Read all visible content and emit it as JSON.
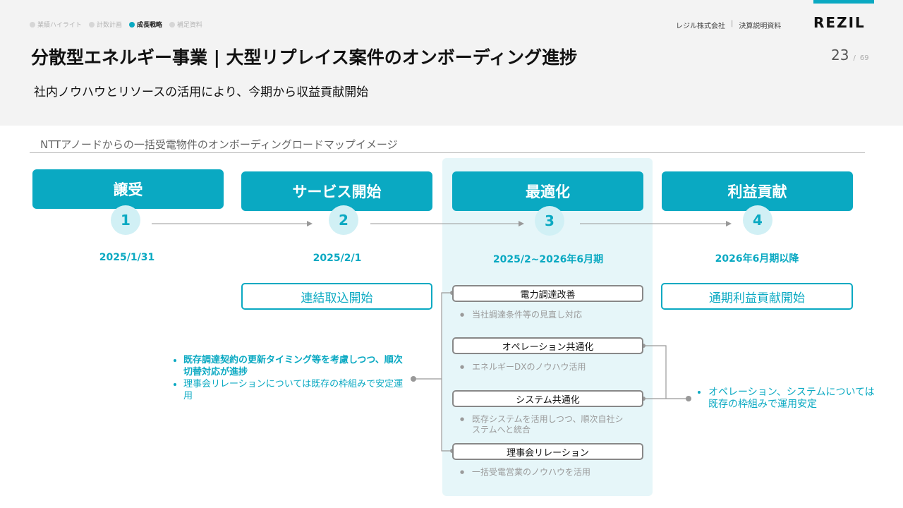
{
  "nav": [
    "業績ハイライト",
    "計数計画",
    "成長戦略",
    "補足資料"
  ],
  "nav_active": 2,
  "header": {
    "company": "レジル株式会社",
    "separator": "|",
    "doc": "決算説明資料",
    "logo": "REZIL",
    "title": "分散型エネルギー事業 | 大型リプレイス案件のオンボーディング進捗",
    "page": "23",
    "page_sep": "/",
    "total": "69",
    "subtitle": "社内ノウハウとリソースの活用により、今期から収益貢献開始"
  },
  "section_title": "NTTアノードからの一括受電物件のオンボーディングロードマップイメージ",
  "phases": [
    {
      "label": "譲受",
      "num": "1",
      "date": "2025/1/31"
    },
    {
      "label": "サービス開始",
      "num": "2",
      "date": "2025/2/1",
      "outcome": "連結取込開始"
    },
    {
      "label": "最適化",
      "num": "3",
      "date": "2025/2~2026年6月期"
    },
    {
      "label": "利益貢献",
      "num": "4",
      "date": "2026年6月期以降",
      "outcome": "通期利益貢献開始"
    }
  ],
  "optimization_items": [
    {
      "label": "電力調達改善",
      "note": "当社調達条件等の見直し対応"
    },
    {
      "label": "オペレーション共通化",
      "note": "エネルギーDXのノウハウ活用"
    },
    {
      "label": "システム共通化",
      "note": "既存システムを活用しつつ、順次自社システムへと統合"
    },
    {
      "label": "理事会リレーション",
      "note": "一括受電営業のノウハウを活用"
    }
  ],
  "left_notes": [
    "既存調達契約の更新タイミング等を考慮しつつ、順次切替対応が進捗",
    "理事会リレーションについては既存の枠組みで安定運用"
  ],
  "right_note": "オペレーション、システムについては既存の枠組みで運用安定",
  "colors": {
    "accent": "#0aa9c2",
    "panel": "#e6f6f9",
    "header_bg": "#f3f3f3"
  }
}
